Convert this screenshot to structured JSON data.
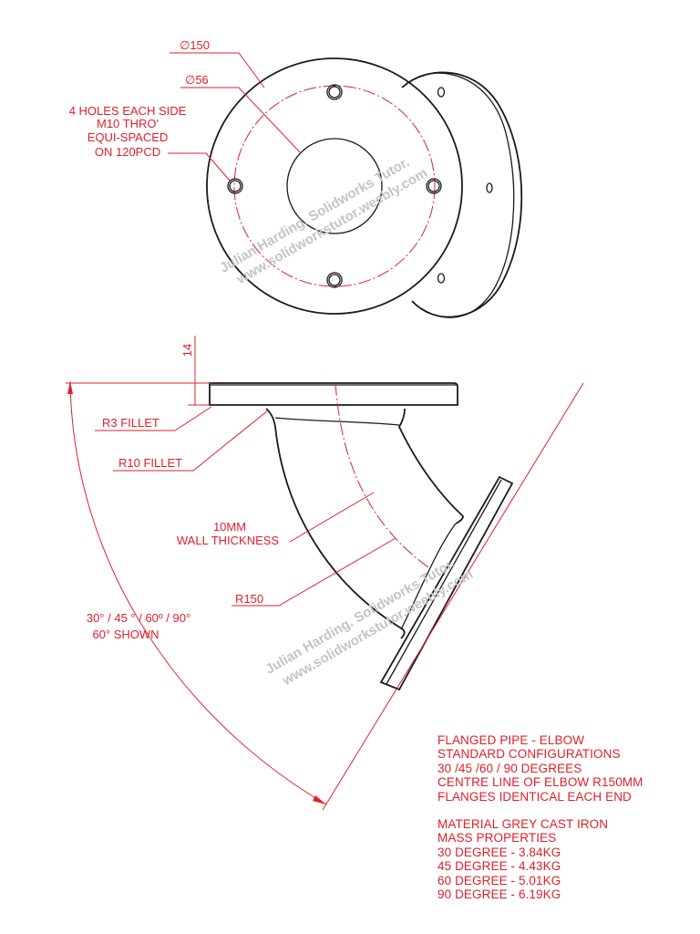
{
  "dimensions": {
    "outer_diameter": "∅150",
    "bore_diameter": "∅56",
    "holes": [
      "4 HOLES EACH SIDE",
      "M10 THRO'",
      "EQUI-SPACED",
      "ON 120PCD"
    ],
    "flange_thickness": "14",
    "r3_fillet": "R3 FILLET",
    "r10_fillet": "R10 FILLET",
    "wall": [
      "10MM",
      "WALL THICKNESS"
    ],
    "radius": "R150",
    "angle": [
      "30° / 45 ° / 60º / 90°",
      "60° SHOWN"
    ]
  },
  "notes": {
    "title_lines": [
      "FLANGED PIPE - ELBOW",
      "STANDARD CONFIGURATIONS",
      "30 /45 /60 / 90 DEGREES",
      "CENTRE LINE OF ELBOW R150MM",
      "FLANGES IDENTICAL EACH END"
    ],
    "material_lines": [
      "MATERIAL GREY CAST IRON",
      "MASS PROPERTIES",
      "30 DEGREE - 3.84KG",
      "45 DEGREE - 4.43KG",
      "60 DEGREE - 5.01KG",
      "90 DEGREE - 6.19KG"
    ]
  },
  "watermark": {
    "line1": "Julian Harding. Solidworks Tutor.",
    "line2": "www.solidworkstutor.weebly.com"
  },
  "colors": {
    "annotation": "#e0202a",
    "outline": "#1a1a1a",
    "watermark": "#c4c4c4"
  }
}
